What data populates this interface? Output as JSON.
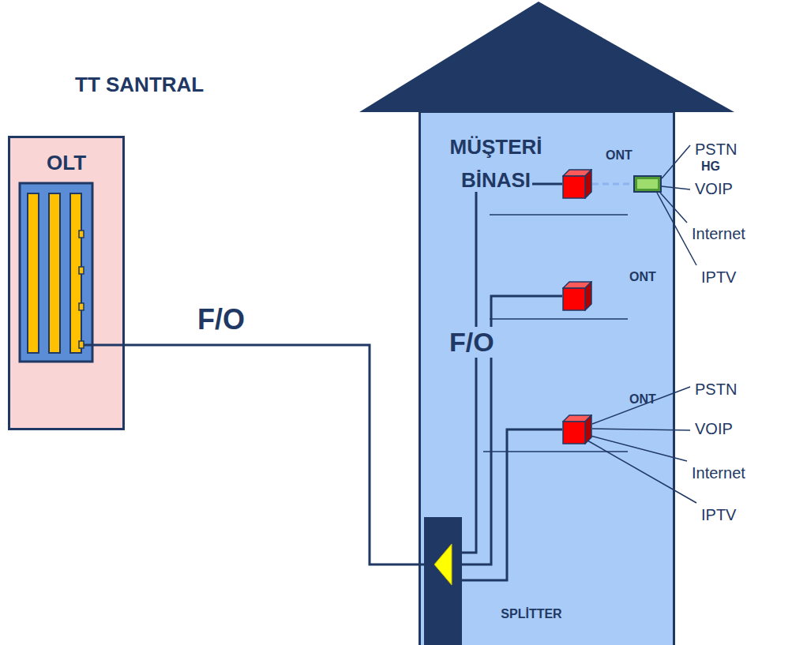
{
  "diagram": {
    "nodes": [
      {
        "text": [
          "OLT"
        ]
      },
      {
        "text": [
          "MÜŞTERİ BİNASI"
        ]
      },
      {
        "text": [
          "ONT"
        ],
        "in": 1
      },
      {
        "text": [
          "HG"
        ],
        "in": 1
      },
      {
        "text": [
          "ONT"
        ],
        "in": 1
      },
      {
        "text": [
          "ONT"
        ],
        "in": 1
      },
      {
        "text": [
          "SPLİTTER"
        ],
        "in": 1
      }
    ],
    "edges": [
      {
        "from": 0,
        "to": 6,
        "arrow": "none",
        "label": "F/O"
      },
      {
        "from": 6,
        "to": 2,
        "arrow": "none"
      },
      {
        "from": 6,
        "to": 4,
        "arrow": "none"
      },
      {
        "from": 6,
        "to": 5,
        "arrow": "none"
      },
      {
        "from": 2,
        "to": 3,
        "arrow": "none"
      }
    ],
    "labels": [
      "TT SANTRAL",
      "F/O",
      "PSTN",
      "VOIP",
      "Internet",
      "IPTV",
      "PSTN",
      "VOIP",
      "Internet",
      "IPTV"
    ]
  }
}
